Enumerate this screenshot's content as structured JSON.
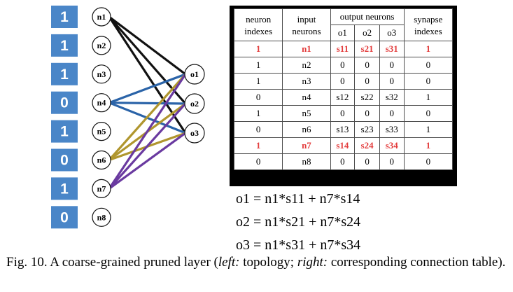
{
  "topology": {
    "index_boxes": [
      "1",
      "1",
      "1",
      "0",
      "1",
      "0",
      "1",
      "0"
    ],
    "input_neurons": [
      "n1",
      "n2",
      "n3",
      "n4",
      "n5",
      "n6",
      "n7",
      "n8"
    ],
    "output_neurons": [
      "o1",
      "o2",
      "o3"
    ],
    "colors": {
      "index_box": "#4a86c8",
      "n1_edges": "#111111",
      "n4_edges": "#2a63a8",
      "n6_edges": "#b0962e",
      "n7_edges": "#6a3aa0"
    },
    "connections": [
      {
        "from": "n1",
        "to": [
          "o1",
          "o2",
          "o3"
        ],
        "color": "n1_edges"
      },
      {
        "from": "n4",
        "to": [
          "o1",
          "o2",
          "o3"
        ],
        "color": "n4_edges"
      },
      {
        "from": "n6",
        "to": [
          "o1",
          "o2",
          "o3"
        ],
        "color": "n6_edges"
      },
      {
        "from": "n7",
        "to": [
          "o1",
          "o2",
          "o3"
        ],
        "color": "n7_edges"
      }
    ]
  },
  "table": {
    "headers": {
      "neuron_indexes": [
        "neuron",
        "indexes"
      ],
      "input_neurons": [
        "input",
        "neurons"
      ],
      "output_neurons": "output neurons",
      "output_cols": [
        "o1",
        "o2",
        "o3"
      ],
      "synapse_indexes": [
        "synapse",
        "indexes"
      ]
    },
    "highlight_color": "#e33d3d",
    "rows": [
      {
        "neuron_index": "1",
        "input": "n1",
        "o1": "s11",
        "o2": "s21",
        "o3": "s31",
        "synapse_index": "1",
        "highlight": true
      },
      {
        "neuron_index": "1",
        "input": "n2",
        "o1": "0",
        "o2": "0",
        "o3": "0",
        "synapse_index": "0",
        "highlight": false
      },
      {
        "neuron_index": "1",
        "input": "n3",
        "o1": "0",
        "o2": "0",
        "o3": "0",
        "synapse_index": "0",
        "highlight": false
      },
      {
        "neuron_index": "0",
        "input": "n4",
        "o1": "s12",
        "o2": "s22",
        "o3": "s32",
        "synapse_index": "1",
        "highlight": false
      },
      {
        "neuron_index": "1",
        "input": "n5",
        "o1": "0",
        "o2": "0",
        "o3": "0",
        "synapse_index": "0",
        "highlight": false
      },
      {
        "neuron_index": "0",
        "input": "n6",
        "o1": "s13",
        "o2": "s23",
        "o3": "s33",
        "synapse_index": "1",
        "highlight": false
      },
      {
        "neuron_index": "1",
        "input": "n7",
        "o1": "s14",
        "o2": "s24",
        "o3": "s34",
        "synapse_index": "1",
        "highlight": true
      },
      {
        "neuron_index": "0",
        "input": "n8",
        "o1": "0",
        "o2": "0",
        "o3": "0",
        "synapse_index": "0",
        "highlight": false
      }
    ]
  },
  "equations": [
    "o1 = n1*s11 + n7*s14",
    "o2 = n1*s21 + n7*s24",
    "o3 = n1*s31 + n7*s34"
  ],
  "caption": {
    "prefix": "Fig. 10.  A coarse-grained pruned layer (",
    "left_label": "left:",
    "left_text": " topology; ",
    "right_label": "right:",
    "right_text": " corresponding connection table)."
  }
}
